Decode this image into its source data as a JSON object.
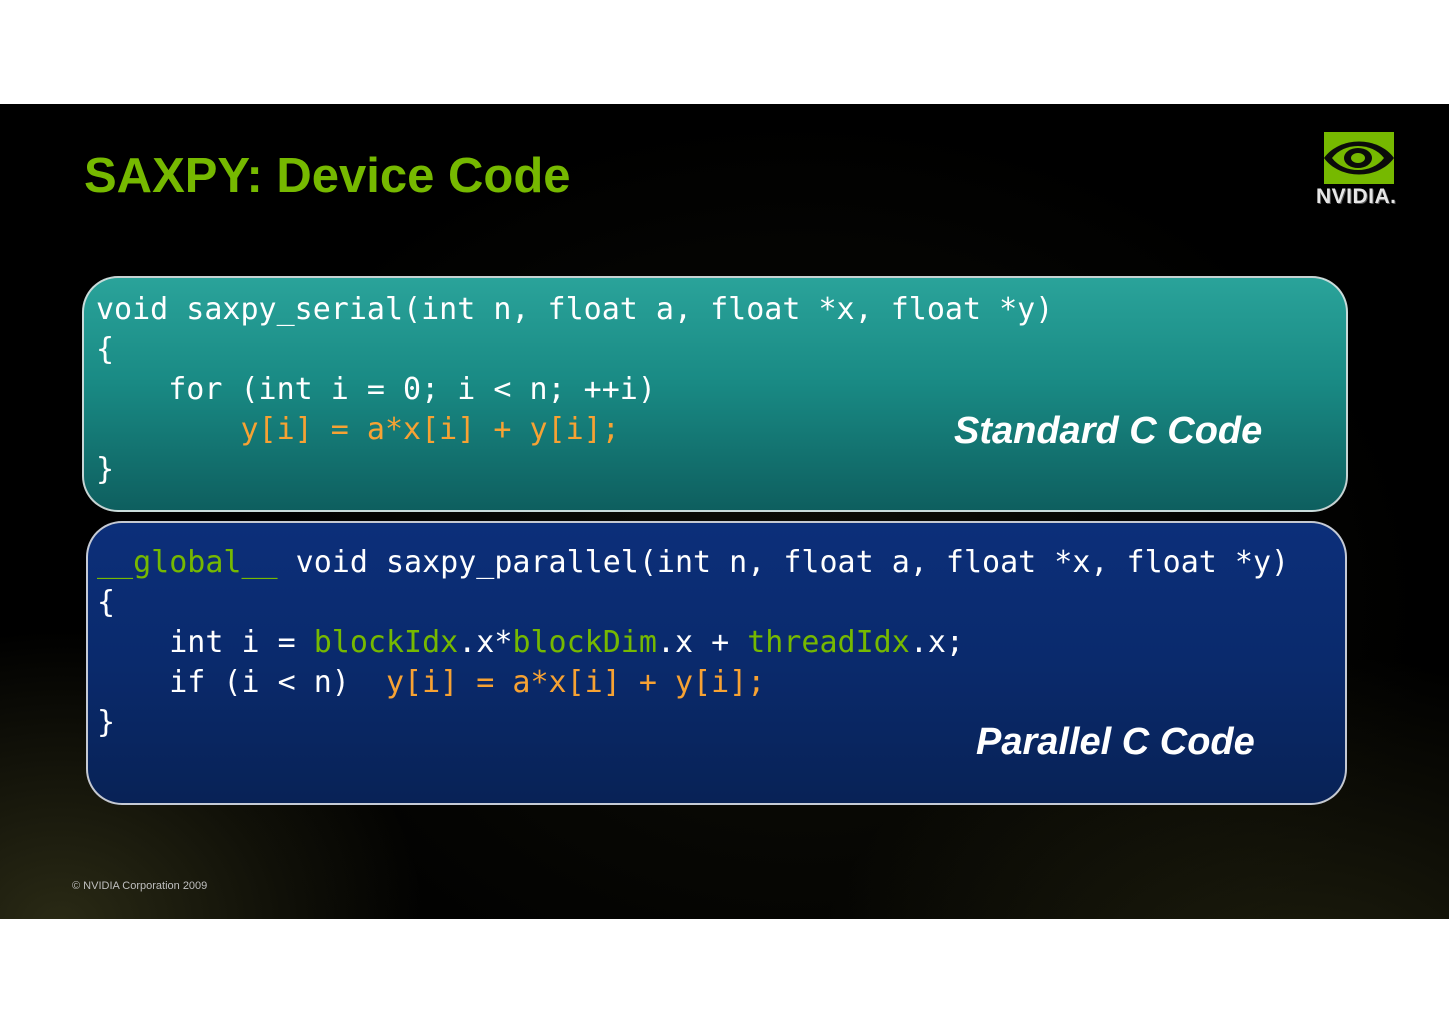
{
  "slide": {
    "title": "SAXPY: Device Code",
    "logo": {
      "icon": "nvidia-eye-logo-icon",
      "text": "NVIDIA."
    },
    "copyright": "©  NVIDIA Corporation 2009"
  },
  "serial": {
    "label": "Standard C Code",
    "lines": [
      "void saxpy_serial(int n, float a, float *x, float *y)",
      "{",
      "    for (int i = 0; i < n; ++i)",
      "        ",
      "y[i] = a*x[i] + y[i];",
      "}"
    ]
  },
  "parallel": {
    "label": "Parallel C Code",
    "qualifier": "__global__",
    "signature": " void saxpy_parallel(int n, float a, float *x, float *y)",
    "open_brace": "{",
    "line2_indent": "    int i = ",
    "blockIdx": "blockIdx",
    "dot_x_star": ".x*",
    "blockDim": "blockDim",
    "dot_x_plus": ".x + ",
    "threadIdx": "threadIdx",
    "dot_x_semi": ".x;",
    "line3_prefix": "    if (i < n)  ",
    "line3_body": "y[i] = a*x[i] + y[i];",
    "close_brace": "}"
  },
  "colors": {
    "title": "#76b900",
    "keyword_highlight": "#76b900",
    "statement_highlight": "#f7a233",
    "serial_box": "#198a84",
    "parallel_box": "#0a2a6c",
    "background": "#000000"
  }
}
